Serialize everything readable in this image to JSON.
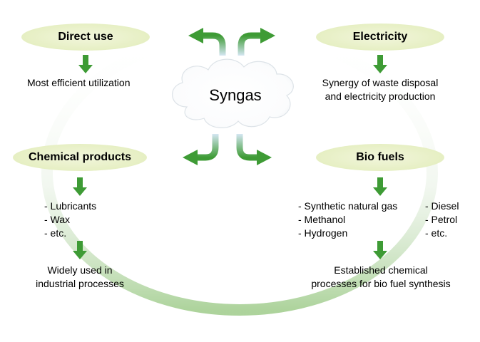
{
  "center": {
    "label": "Syngas"
  },
  "direct_use": {
    "title": "Direct use",
    "result": "Most efficient utilization"
  },
  "electricity": {
    "title": "Electricity",
    "result_lines": [
      "Synergy of waste disposal",
      "and electricity production"
    ]
  },
  "chemical_products": {
    "title": "Chemical products",
    "items": [
      "- Lubricants",
      "- Wax",
      "- etc."
    ],
    "result_lines": [
      "Widely used in",
      "industrial processes"
    ]
  },
  "bio_fuels": {
    "title": "Bio fuels",
    "items_left": [
      "- Synthetic natural gas",
      "- Methanol",
      "- Hydrogen"
    ],
    "items_right": [
      "- Diesel",
      "- Petrol",
      "- etc."
    ],
    "result_lines": [
      "Established chemical",
      "processes for bio fuel synthesis"
    ]
  },
  "colors": {
    "arrow": "#3e9b35",
    "pill": "#e6efc3",
    "ring": "#cfe3c4"
  }
}
